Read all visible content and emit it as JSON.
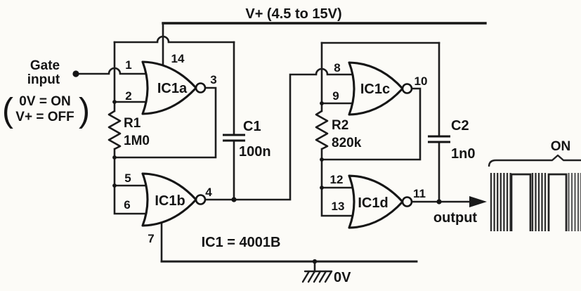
{
  "schematic": {
    "power_rail_label": "V+ (4.5 to 15V)",
    "ic_note": "IC1 = 4001B",
    "ground_label": "0V",
    "output_label": "output",
    "waveform_on_label": "ON",
    "input": {
      "title_line1": "Gate",
      "title_line2": "input",
      "paren_open": "(",
      "paren_close": ")",
      "condition_line1": "0V = ON",
      "condition_line2": "V+ = OFF"
    },
    "gates": {
      "ic1a": {
        "label": "IC1a",
        "pin_input1": "1",
        "pin_input2": "2",
        "pin_output": "3",
        "pin_supply": "14"
      },
      "ic1b": {
        "label": "IC1b",
        "pin_input1": "5",
        "pin_input2": "6",
        "pin_output": "4",
        "pin_ground": "7"
      },
      "ic1c": {
        "label": "IC1c",
        "pin_input1": "8",
        "pin_input2": "9",
        "pin_output": "10"
      },
      "ic1d": {
        "label": "IC1d",
        "pin_input1": "12",
        "pin_input2": "13",
        "pin_output": "11"
      }
    },
    "components": {
      "r1": {
        "ref": "R1",
        "value": "1M0"
      },
      "r2": {
        "ref": "R2",
        "value": "820k"
      },
      "c1": {
        "ref": "C1",
        "value": "100n"
      },
      "c2": {
        "ref": "C2",
        "value": "1n0"
      }
    }
  }
}
